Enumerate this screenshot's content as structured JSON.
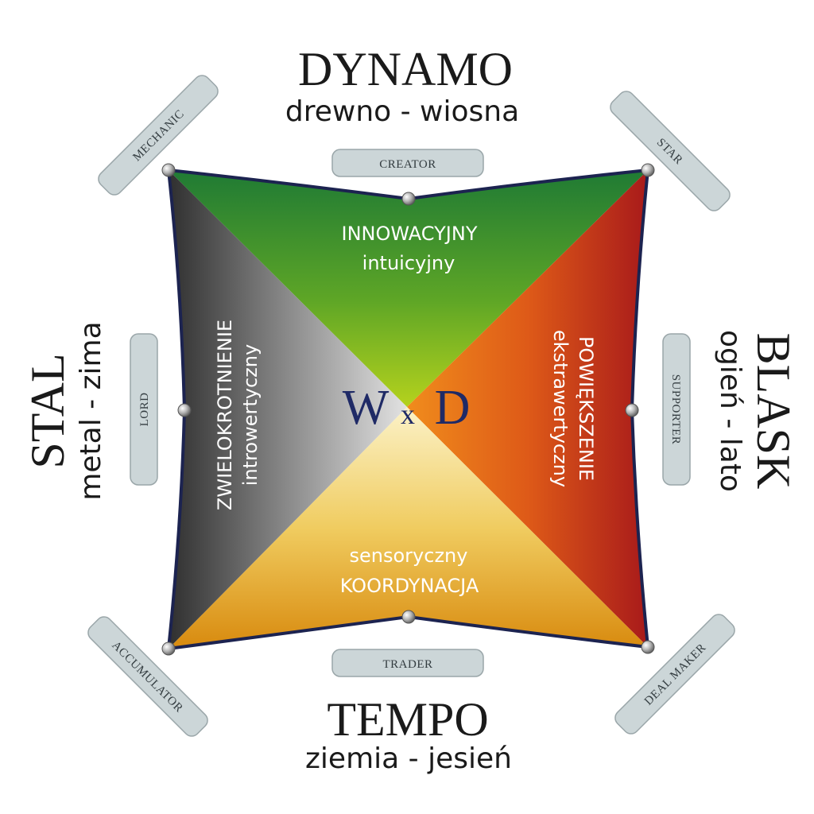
{
  "center": {
    "left": "W",
    "mid": "x",
    "right": "D"
  },
  "elements": {
    "top": {
      "title": "DYNAMO",
      "subtitle": "drewno - wiosna"
    },
    "right": {
      "title": "BLASK",
      "subtitle": "ogień - lato"
    },
    "bottom": {
      "title": "TEMPO",
      "subtitle": "ziemia - jesień"
    },
    "left": {
      "title": "STAL",
      "subtitle": "metal - zima"
    }
  },
  "quadrants": {
    "top": {
      "line1": "INNOWACYJNY",
      "line2": "intuicyjny",
      "color_outer": "#1f7a34",
      "color_inner": "#a8cf20"
    },
    "right": {
      "line1": "POWIĘKSZENIE",
      "line2": "ekstrawertyczny",
      "color_outer": "#b01d1a",
      "color_inner": "#ee8a1a"
    },
    "bottom": {
      "line1": "sensoryczny",
      "line2": "KOORDYNACJA",
      "color_outer": "#d98a10",
      "color_inner": "#f8ecb0"
    },
    "left": {
      "line1": "ZWIELOKROTNIENIE",
      "line2": "introwertyczny",
      "color_outer": "#3a3a3a",
      "color_inner": "#d8d8d8"
    }
  },
  "profiles": {
    "creator": "CREATOR",
    "star": "STAR",
    "supporter": "SUPPORTER",
    "deal_maker": "DEAL MAKER",
    "trader": "TRADER",
    "accumulator": "ACCUMULATOR",
    "lord": "LORD",
    "mechanic": "MECHANIC"
  },
  "colors": {
    "outline": "#1c2350",
    "pill_fill": "#ccd6d8",
    "pill_stroke": "#9aa6a9",
    "center_text": "#1f2a66"
  }
}
